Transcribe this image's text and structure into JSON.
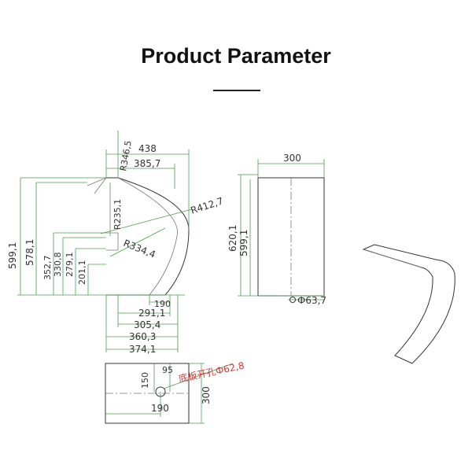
{
  "title": "Product Parameter",
  "side_view": {
    "top_dims": [
      "438",
      "385,7"
    ],
    "radius_labels": [
      "R346,5",
      "R412,7",
      "R235,1",
      "R334,4"
    ],
    "left_dims": [
      "599,1",
      "578,1",
      "352,7",
      "330,8",
      "279,1",
      "201,1"
    ],
    "bottom_dims": [
      "190",
      "291,1",
      "305,4",
      "360,3",
      "374,1"
    ]
  },
  "front_view": {
    "top_dim": "300",
    "left_dims": [
      "620,1",
      "599,1"
    ],
    "diameter": "Ф63,7"
  },
  "bottom_view": {
    "dims": [
      "150",
      "95",
      "300",
      "190"
    ],
    "hole_label": "底板开孔Ф62,8"
  }
}
